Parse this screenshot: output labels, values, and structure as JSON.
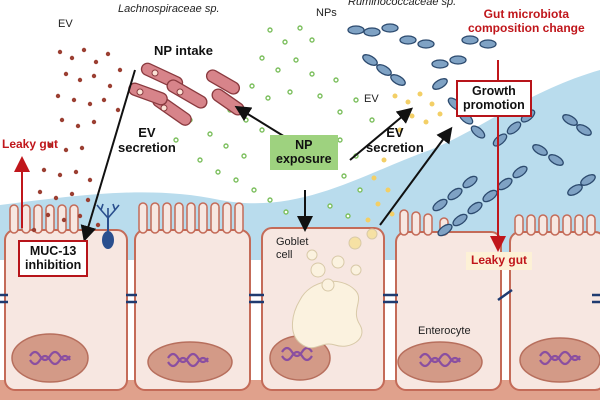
{
  "labels": {
    "ev_top_left": "EV",
    "lachno": "Lachnospiraceae sp.",
    "nps": "NPs",
    "rumino": "Ruminococcaceae sp.",
    "np_intake": "NP intake",
    "ev_secretion_left": "EV\nsecretion",
    "ev_mid": "EV",
    "ev_secretion_right": "EV\nsecretion",
    "goblet": "Goblet\ncell",
    "enterocyte": "Enterocyte"
  },
  "boxes": {
    "gut_microbiota": "Gut microbiota\ncomposition change",
    "growth_promotion": "Growth\npromotion",
    "np_exposure": "NP\nexposure",
    "muc13": "MUC-13\ninhibition",
    "leaky_gut_left": "Leaky gut",
    "leaky_gut_right": "Leaky gut"
  },
  "colors": {
    "mucus": "#b9dced",
    "cell_fill": "#f7e7e1",
    "cell_stroke": "#c46b58",
    "nucleus": "#d39a87",
    "lachno_bacteria": "#d7848a",
    "rumino_bacteria": "#7fa2c4",
    "np_dots": "#8fc972",
    "ev_dots_left": "#9b3f32",
    "ev_dots_right": "#f3cf66",
    "alert_red": "#c0161b"
  }
}
